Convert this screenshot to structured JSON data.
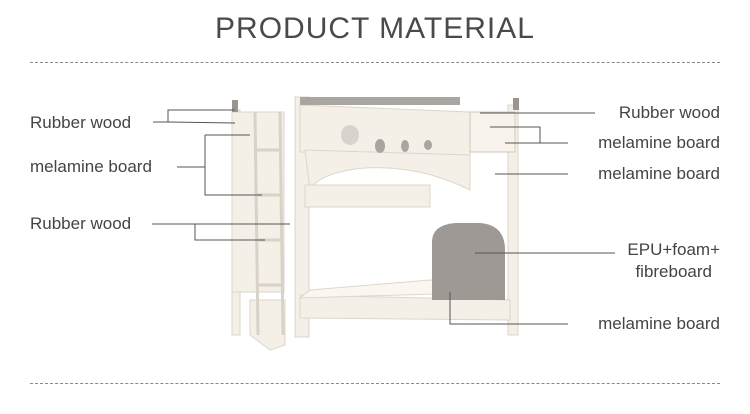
{
  "title": "PRODUCT MATERIAL",
  "labels_left": [
    "Rubber wood",
    "melamine board",
    "Rubber wood"
  ],
  "labels_right": [
    "Rubber wood",
    "melamine board",
    "melamine board",
    "EPU+foam+",
    "fibreboard",
    "melamine board"
  ],
  "colors": {
    "text": "#444444",
    "bed": "#f3eee6",
    "panel": "#9a9590"
  }
}
